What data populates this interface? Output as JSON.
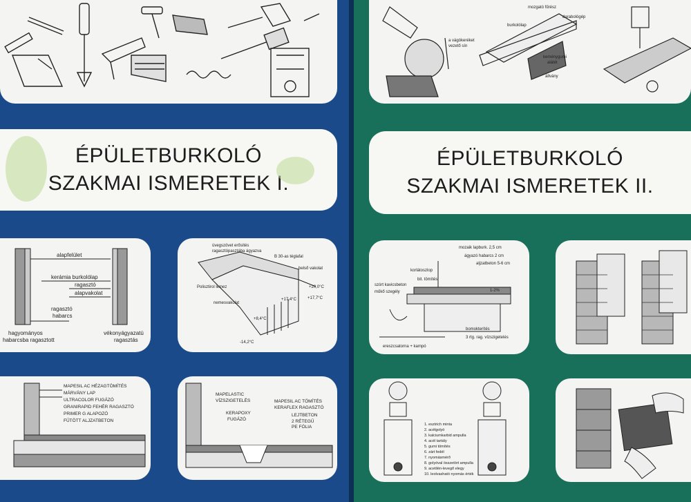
{
  "book1": {
    "title_line1": "ÉPÜLETBURKOLÓ",
    "title_line2": "SZAKMAI ISMERETEK I.",
    "diagram_wall": {
      "alapfelulet": "alapfelület",
      "keramia": "kerámia burkolólap",
      "ragaszto1": "ragasztó",
      "alapvakolat": "alapvakolat",
      "ragaszto2": "ragasztó",
      "habarcs": "habarcs",
      "left_caption_1": "hagyományos",
      "left_caption_2": "habarcsba ragasztott",
      "right_caption_1": "vékonyágyazatú",
      "right_caption_2": "ragasztás"
    },
    "diagram_roof": {
      "uveg_1": "üvegszövet erősítés",
      "uveg_2": "ragasztópasztába ágyazva",
      "b30": "B 30-as téglafal",
      "belso": "belső vakolat",
      "polisztirol": "Polisztirol lemez",
      "nemesvakolat": "nemesvakolat",
      "t1": "+20,0°C",
      "t2": "+17,4°C",
      "t3": "+17,7°C",
      "t4": "+8,4°C",
      "t5": "-14,2°C"
    },
    "diagram_mapei1": {
      "l1": "MAPESIL AC HÉZAGTÖMÍTÉS",
      "l2": "MÁRVÁNY LAP",
      "l3": "ULTRACOLOR FUGÁZÓ",
      "l4": "GRANIRAPID FEHÉR RAGASZTÓ",
      "l5": "PRIMER G ALAPOZÓ",
      "l6": "FŰTÖTT ALJZATBETON"
    },
    "diagram_mapei2": {
      "l1": "MAPELASTIC",
      "l2": "VÍZSZIGETELÉS",
      "l3": "KERAPOXY",
      "l4": "FUGÁZÓ",
      "r1": "MAPESIL AC TÖMÍTÉS",
      "r2": "KERAFLEX RAGASZTÓ",
      "r3": "LEJTBETON",
      "r4": "2 RÉTEGŰ",
      "r5": "PE FÓLIA"
    }
  },
  "book2": {
    "title_line1": "ÉPÜLETBURKOLÓ",
    "title_line2": "SZAKMAI ISMERETEK II.",
    "diagram_cutter": {
      "l1": "mozgató fűrész",
      "l2": "darabológép",
      "l3": "burkolólap",
      "l4": "a vágókeréket",
      "l5": "vezető sín",
      "l6": "keménygumi",
      "l7": "alátét",
      "l8": "állvány"
    },
    "diagram_balcony": {
      "l1": "mozaik lapburk. 2,5 cm",
      "l2": "ágyazó habarcs 2 cm",
      "l3": "aljzatbeton 5-6 cm",
      "l4": "korlátoszlop",
      "l5": "bit. tömítés",
      "l6": "szórt kavicsbeton",
      "l7": "műkő szegély",
      "l8": "1-2%",
      "l9": "bomokterítés",
      "l10": "3 rtg. rag. vízszigetelés",
      "l11": "ereszcsatorna + kampó"
    },
    "diagram_gauge": {
      "n1": "1. esztrich minta",
      "n2": "2. acélgolyó",
      "n3": "3. kalciumkarbid ampulla",
      "n4": "4. acél tartály",
      "n5": "5. gumi tömítés",
      "n6": "6. zárt fedél",
      "n7": "7. nyomásmérő",
      "n8": "8. golyóval összetört ampulla",
      "n9": "9. acetilén-levegő elegy",
      "n10": "10. leolvasható nyomás érték"
    }
  }
}
